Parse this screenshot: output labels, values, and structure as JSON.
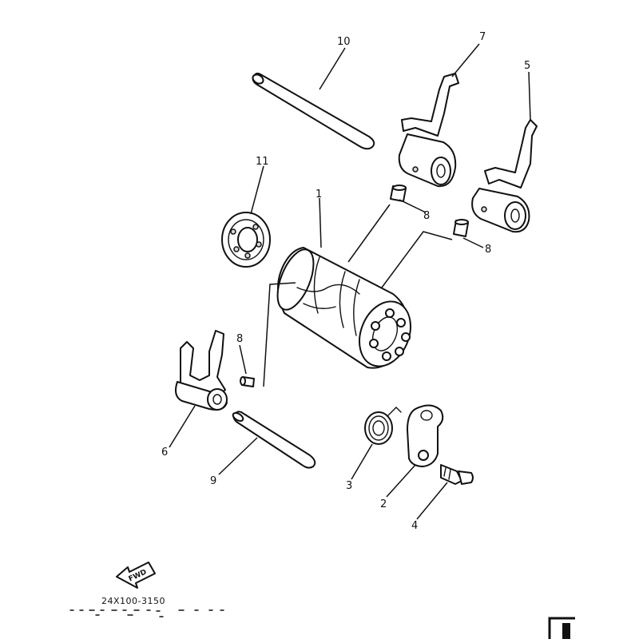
{
  "callouts": [
    {
      "id": "c10",
      "label": "10"
    },
    {
      "id": "c7",
      "label": "7"
    },
    {
      "id": "c5",
      "label": "5"
    },
    {
      "id": "c11",
      "label": "11"
    },
    {
      "id": "c1",
      "label": "1"
    },
    {
      "id": "c8a",
      "label": "8"
    },
    {
      "id": "c8b",
      "label": "8"
    },
    {
      "id": "c8c",
      "label": "8"
    },
    {
      "id": "c6",
      "label": "6"
    },
    {
      "id": "c9",
      "label": "9"
    },
    {
      "id": "c3",
      "label": "3"
    },
    {
      "id": "c2",
      "label": "2"
    },
    {
      "id": "c4",
      "label": "4"
    }
  ],
  "fwd_label": "FWD",
  "diagram_code": "24X100-3150"
}
